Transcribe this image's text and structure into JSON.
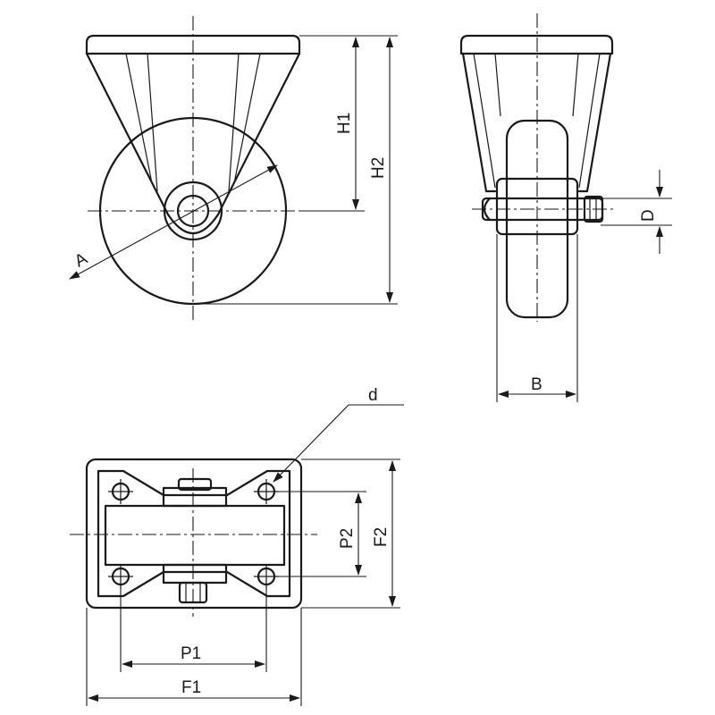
{
  "labels": {
    "A": "A",
    "H1": "H1",
    "H2": "H2",
    "B": "B",
    "D": "D",
    "d": "d",
    "P1": "P1",
    "P2": "P2",
    "F1": "F1",
    "F2": "F2"
  }
}
